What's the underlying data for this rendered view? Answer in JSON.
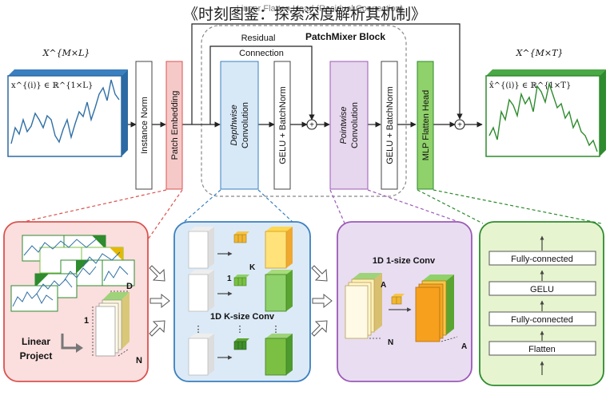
{
  "page_title": "《时刻图鉴：探索深度解析其机制》",
  "watermark": "Linear Flatten Head (Residual Connection)",
  "top": {
    "input_matrix_label": "X^{M×L}",
    "output_matrix_label": "X^{M×T}",
    "input_series_label": "x^{(i)} ∈ ℝ^{1×L}",
    "output_series_label": "x̂^{(i)} ∈ ℝ^{1×T}",
    "block_title": "PatchMixer Block",
    "residual_line1": "Residual",
    "residual_line2": "Connection",
    "modules": {
      "instance_norm": "Instance Norm",
      "patch_embedding": "Patch Embedding",
      "depthwise_line1": "Depthwise",
      "depthwise_line2": "Convolution",
      "gelu_bn_1": "GELU + BatchNorm",
      "pointwise_line1": "Pointwise",
      "pointwise_line2": "Convolution",
      "gelu_bn_2": "GELU + BatchNorm",
      "flatten_head": "MLP Flatten Head"
    },
    "add_symbol": "+"
  },
  "panels": {
    "linear_project": {
      "title_line1": "Linear",
      "title_line2": "Project",
      "dim_d": "D",
      "dim_one": "1",
      "dim_n": "N"
    },
    "k_conv": {
      "title": "1D K-size Conv",
      "dim_k": "K",
      "dim_one": "1",
      "dots": "⋮"
    },
    "one_conv": {
      "title": "1D 1-size Conv",
      "dim_a_top": "A",
      "dim_n": "N",
      "dim_a_bottom": "A"
    },
    "mlp_head": {
      "layers": [
        "Fully-connected",
        "GELU",
        "Fully-connected",
        "Flatten"
      ]
    }
  },
  "colors": {
    "input_series_line": "#2f6fa5",
    "output_series_line": "#2e8b2e",
    "patch_embedding_fill": "#f6c9c9",
    "depthwise_fill": "#d7e8f7",
    "pointwise_fill": "#e6d6ee",
    "flatten_head_fill": "#8fd16a",
    "panel_red_fill": "#fbdede",
    "panel_blue_fill": "#dceaf7",
    "panel_purple_fill": "#e9ddf1",
    "panel_green_fill": "#e6f4cf"
  }
}
